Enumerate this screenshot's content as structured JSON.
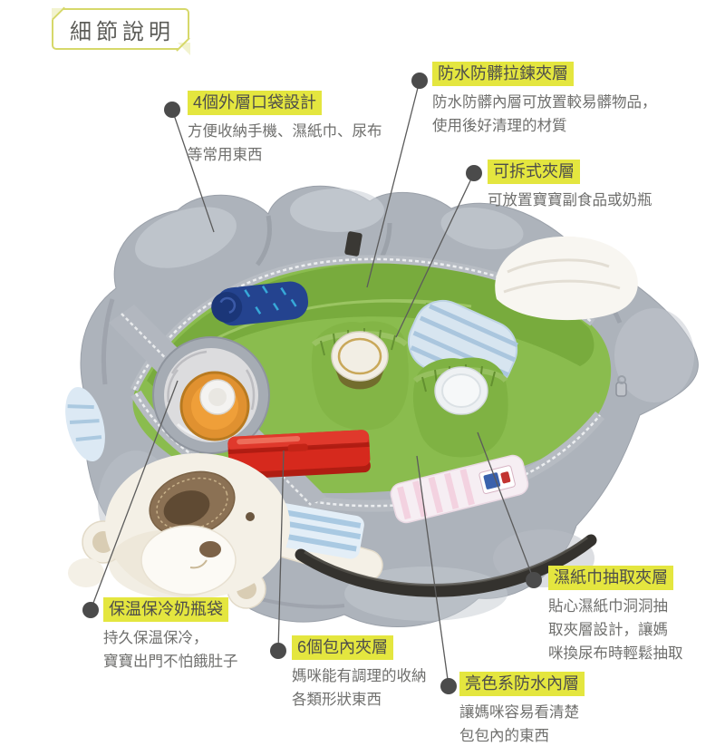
{
  "page": {
    "background": "#ffffff"
  },
  "title_box": {
    "text": "細節說明",
    "border_color": "#d6d86a"
  },
  "colors": {
    "highlight": "#e4e63f",
    "heading_text": "#4d4d4b",
    "body_text": "#6f6f6d",
    "callout_line": "#5b5b5b",
    "callout_dot": "#4b4b4b",
    "bag_gray": "#adb3bb",
    "lining_green": "#8abc4e",
    "box_red": "#d6291d",
    "towel_blue": "#24438f"
  },
  "features": [
    {
      "id": "outer-pockets",
      "heading": "4個外層口袋設計",
      "lines": [
        "方便收納手機、濕紙巾、尿布",
        "等常用東西"
      ]
    },
    {
      "id": "waterproof-zip",
      "heading": "防水防髒拉鍊夾層",
      "lines": [
        "防水防髒內層可放置較易髒物品，",
        "使用後好清理的材質"
      ]
    },
    {
      "id": "detachable",
      "heading": "可拆式夾層",
      "lines": [
        "可放置寶寶副食品或奶瓶"
      ]
    },
    {
      "id": "wipes-slot",
      "heading": "濕紙巾抽取夾層",
      "lines": [
        "貼心濕紙巾洞洞抽",
        "取夾層設計，讓媽",
        "咪換尿布時輕鬆抽取"
      ]
    },
    {
      "id": "thermal-pocket",
      "heading": "保温保冷奶瓶袋",
      "lines": [
        "持久保温保冷，",
        "寶寶出門不怕餓肚子"
      ]
    },
    {
      "id": "inner-pockets",
      "heading": "6個包內夾層",
      "lines": [
        "媽咪能有調理的收納",
        "各類形狀東西"
      ]
    },
    {
      "id": "bright-lining",
      "heading": "亮色系防水內層",
      "lines": [
        "讓媽咪容易看清楚",
        "包包內的東西"
      ]
    }
  ]
}
